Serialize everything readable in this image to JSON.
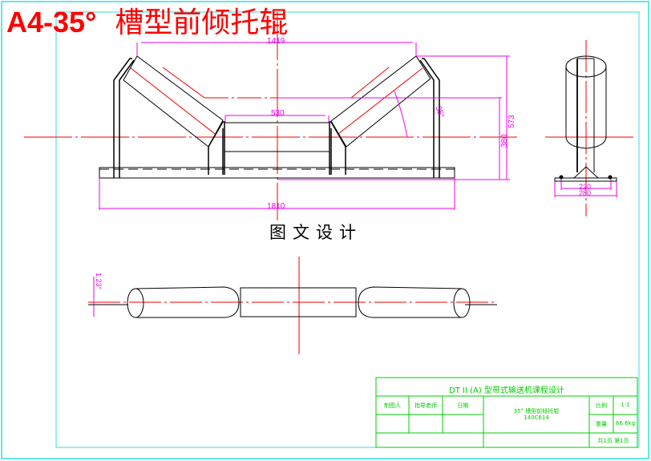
{
  "title": {
    "code": "A4-35°",
    "name": "槽型前倾托辊"
  },
  "subtitle": "图文设计",
  "dimensions": {
    "overall_roller_width": "1419",
    "center_roller_length": "530",
    "base_length": "1810",
    "height_total": "573",
    "height_center": "380",
    "trough_angle": "35°",
    "side_base_inner": "220",
    "side_base_outer": "280",
    "tilt_angle": "1.23°"
  },
  "title_block": {
    "heading": "DT II (A) 型带式输送机课程设计",
    "drawn_by_label": "制图人",
    "advisor_label": "指导老师",
    "date_label": "日期",
    "part_name": "35° 槽型前倾托辊",
    "part_code": "140C614",
    "scale_label": "比例",
    "scale_value": "1:1",
    "weight_label": "重量",
    "weight_value": "66.6kg",
    "sheets": "共1页 第1页"
  },
  "colors": {
    "frame": "#33dddd",
    "dimension": "#ee00ee",
    "centerline": "#ee0000",
    "titleblock": "#00cc00",
    "title": "#ff0000"
  }
}
